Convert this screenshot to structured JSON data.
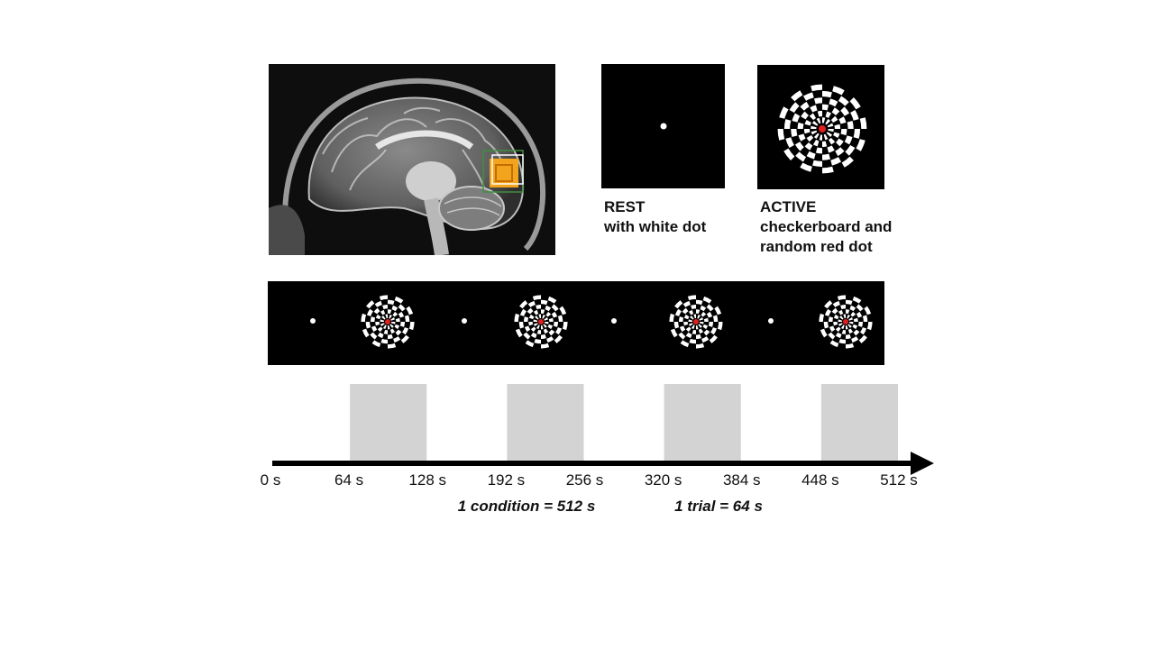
{
  "rest": {
    "title": "REST",
    "subtitle": "with white dot"
  },
  "active": {
    "title": "ACTIVE",
    "line1": "checkerboard and",
    "line2": "random red dot"
  },
  "sequence": [
    "rest",
    "active",
    "rest",
    "active",
    "rest",
    "active",
    "rest",
    "active"
  ],
  "timeline": {
    "unit": "s",
    "ticks": [
      "0 s",
      "64 s",
      "128 s",
      "192 s",
      "256 s",
      "320 s",
      "384 s",
      "448 s",
      "512 s"
    ],
    "active_blocks": [
      [
        64,
        128
      ],
      [
        192,
        256
      ],
      [
        320,
        384
      ],
      [
        448,
        512
      ]
    ],
    "condition_label": "1 condition = 512 s",
    "trial_label": "1 trial =  64 s"
  },
  "colors": {
    "block": "#d3d3d3",
    "fixation": "#ffffff",
    "target": "#e02020",
    "roi": "#f2a51c"
  }
}
